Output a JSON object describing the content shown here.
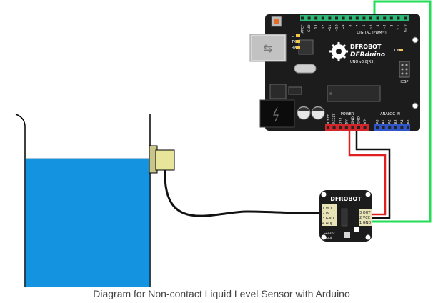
{
  "caption": "Diagram for Non-contact Liquid Level Sensor with Arduino",
  "colors": {
    "board": "#1c1c1c",
    "header_green": "#2bb673",
    "header_red": "#d4262a",
    "header_blue": "#2f55c8",
    "wire_red": "#e02020",
    "wire_black": "#111111",
    "wire_green": "#22dd55",
    "liquid": "#1493e0",
    "probe": "#e8e49a"
  },
  "arduino": {
    "brand": "DFROBOT",
    "model": "DFRduino",
    "version": "UNO v3.0[R3]",
    "digital_label": "DIGITAL (PWM~)",
    "digital_pins": [
      "AREF",
      "GND",
      "13",
      "12",
      "~11",
      "~10",
      "~9",
      "8",
      "7",
      "~6",
      "~5",
      "4",
      "~3",
      "2",
      "TX 1",
      "RX 0"
    ],
    "power_label": "POWER",
    "power_pins": [
      "IOREF",
      "RESET",
      "3V3",
      "5V",
      "GND",
      "GND",
      "VIN"
    ],
    "analog_label": "ANALOG IN",
    "analog_pins": [
      "A0",
      "A1",
      "A2",
      "A3",
      "A4",
      "A5"
    ],
    "led_labels": [
      "L",
      "TX",
      "RX",
      "ON"
    ],
    "icsp_label": "ICSP"
  },
  "sensor_board": {
    "brand": "DFROBOT",
    "left_pins": [
      "1 VCC",
      "2 IN",
      "3 GND",
      "4 ADJ"
    ],
    "right_pins": [
      "3 OUT",
      "2 VCC",
      "1 GND"
    ],
    "sensor_label": "Sensor",
    "input_label": "Input"
  }
}
